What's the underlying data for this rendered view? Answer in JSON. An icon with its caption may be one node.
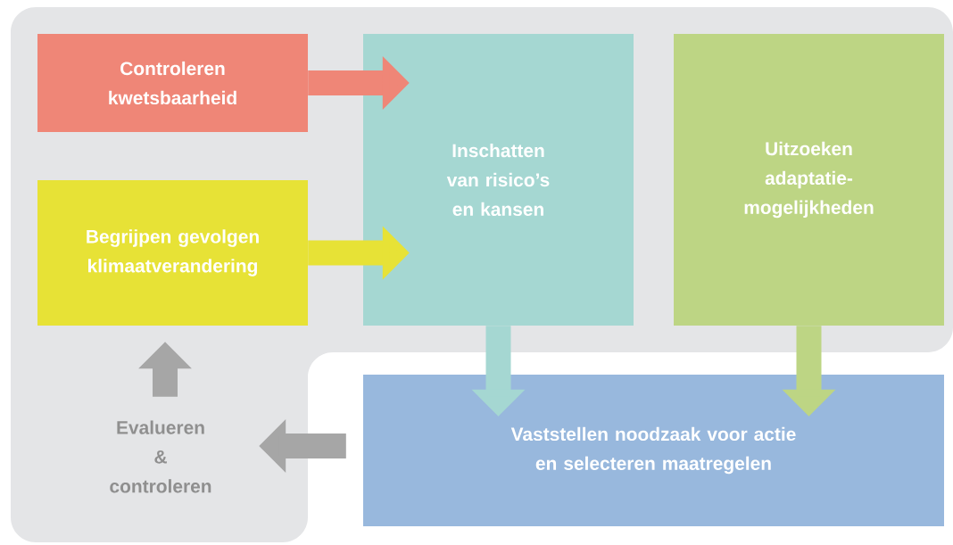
{
  "diagram": {
    "nodes": [
      {
        "text": [
          "Controleren kwetsbaarheid"
        ]
      },
      {
        "text": [
          "Begrijpen gevolgen klimaatverandering"
        ]
      },
      {
        "text": [
          "Inschatten van risico’s en kansen"
        ]
      },
      {
        "text": [
          "Uitzoeken adaptatie-mogelijkheden"
        ]
      },
      {
        "text": [
          "Vaststellen noodzaak voor actie en selecteren maatregelen"
        ]
      },
      {
        "text": [
          "Evalueren & controleren"
        ]
      }
    ],
    "edges": [
      {
        "from": 0,
        "to": 2,
        "arrow": "to",
        "color": "#ef8677"
      },
      {
        "from": 1,
        "to": 2,
        "arrow": "to",
        "color": "#e7e236"
      },
      {
        "from": 2,
        "to": 4,
        "arrow": "to",
        "color": "#a5d7d2"
      },
      {
        "from": 3,
        "to": 4,
        "arrow": "to",
        "color": "#bdd584"
      },
      {
        "from": 4,
        "to": 5,
        "arrow": "to",
        "color": "#a6a6a6"
      },
      {
        "from": 5,
        "to": 1,
        "arrow": "to",
        "color": "#a6a6a6"
      }
    ]
  }
}
